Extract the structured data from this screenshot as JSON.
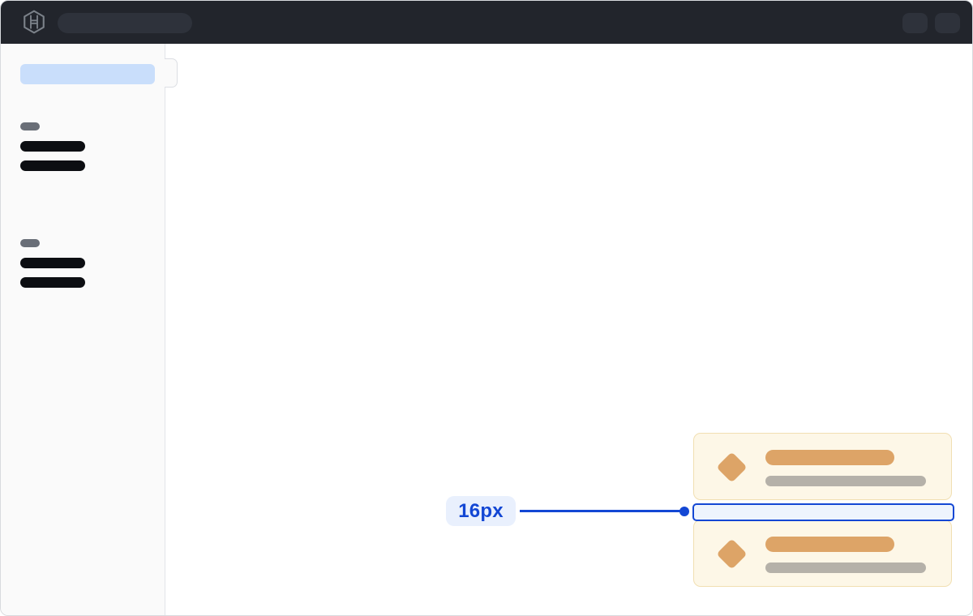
{
  "annotation": {
    "gap_label": "16px"
  },
  "icons": {
    "logo": "hashicorp-logo",
    "card_bullet": "diamond"
  },
  "colors": {
    "header-bg": "#22252c",
    "header-skeleton": "#2e323b",
    "logo": "#7b8189",
    "window-border": "#d8dade",
    "sidebar-bg": "#fafafa",
    "sidebar-border": "#e3e5e9",
    "handle-border": "#dcdee3",
    "active-skeleton": "#c9defb",
    "section-label-skeleton": "#696e77",
    "nav-skeleton": "#0c0e12",
    "main-bg": "#ffffff",
    "card-bg": "#fdf7e7",
    "card-border": "#f1dfb2",
    "card-accent": "#dda467",
    "card-muted": "#b5b1a9",
    "accent-blue": "#1347d4",
    "annotation-bg": "#e9f0fd",
    "gap-fill": "#eef4fd"
  }
}
